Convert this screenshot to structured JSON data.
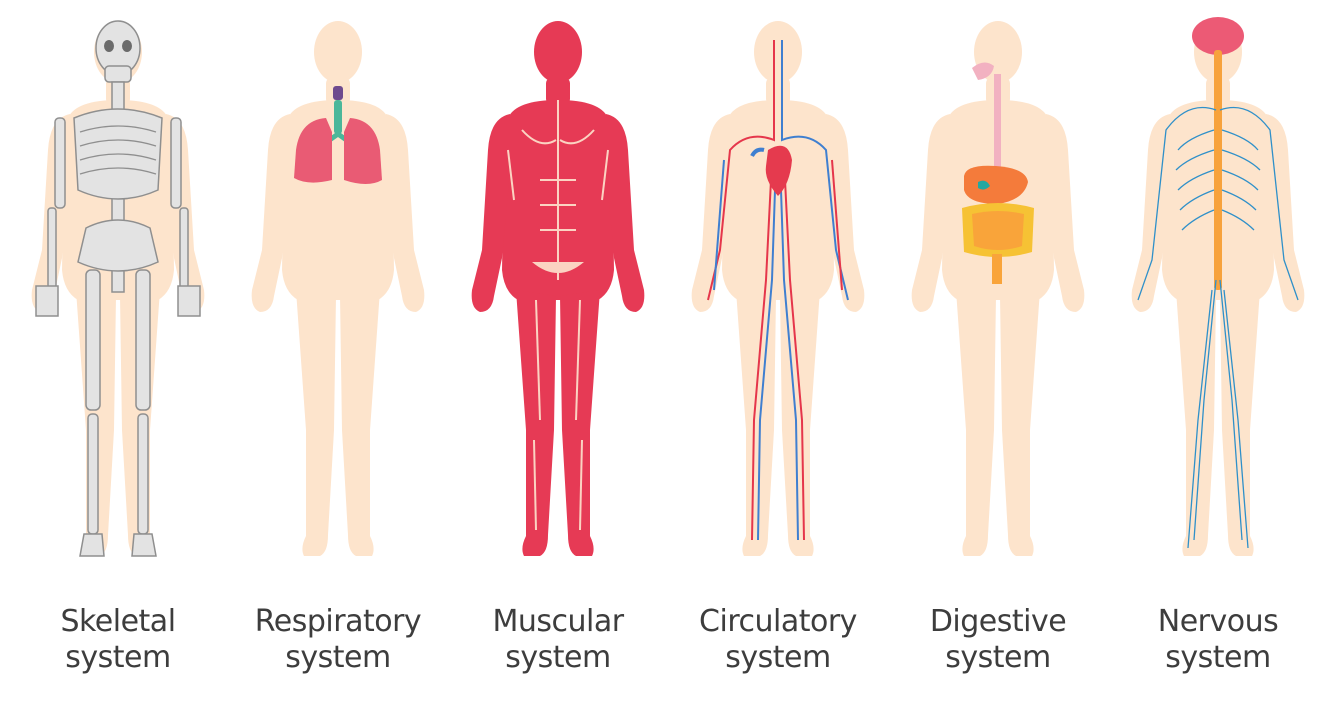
{
  "colors": {
    "body_silhouette": "#fde4cc",
    "bone": "#e3e3e3",
    "bone_dark": "#8f8f8f",
    "lung": "#e95b74",
    "trachea": "#4bb79a",
    "larynx": "#6e4a8e",
    "muscle": "#e63a55",
    "muscle_light": "#fbd3c2",
    "artery": "#e5364b",
    "vein": "#3f7fd0",
    "heart": "#e53a4e",
    "stomach": "#f47b3b",
    "gallbladder": "#22a8a0",
    "small_intestine": "#f9a43a",
    "large_intestine": "#f6c234",
    "esophagus": "#f2b1c1",
    "brain": "#ec5a75",
    "spinal_cord": "#f7a23c",
    "nerve": "#2f90c9",
    "caption_text": "#3d3d3d"
  },
  "systems": [
    {
      "key": "skeletal",
      "icon": "skeleton-icon",
      "line1": "Skeletal",
      "line2": "system"
    },
    {
      "key": "respiratory",
      "icon": "lungs-icon",
      "line1": "Respiratory",
      "line2": "system"
    },
    {
      "key": "muscular",
      "icon": "muscles-icon",
      "line1": "Muscular",
      "line2": "system"
    },
    {
      "key": "circulatory",
      "icon": "blood-vessels-icon",
      "line1": "Circulatory",
      "line2": "system"
    },
    {
      "key": "digestive",
      "icon": "digestive-organs-icon",
      "line1": "Digestive",
      "line2": "system"
    },
    {
      "key": "nervous",
      "icon": "nerves-icon",
      "line1": "Nervous",
      "line2": "system"
    }
  ]
}
